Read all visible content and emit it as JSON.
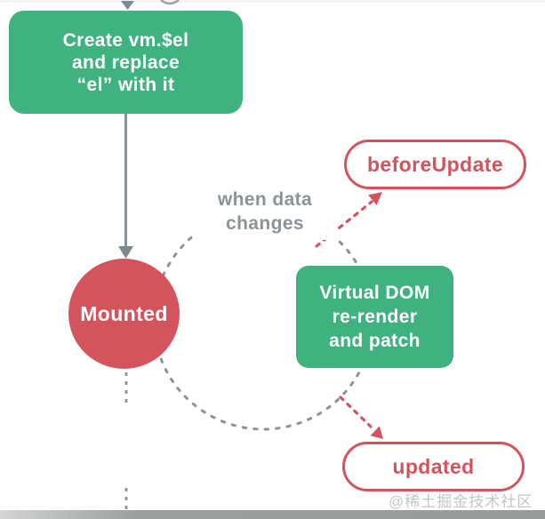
{
  "diagram": {
    "create_box": {
      "lines": [
        "Create vm.$el",
        "and replace",
        "“el” with it"
      ]
    },
    "mounted_node": {
      "label": "Mounted"
    },
    "when_data_changes": {
      "lines": [
        "when data",
        "changes"
      ]
    },
    "before_update_node": {
      "label": "beforeUpdate"
    },
    "virtual_dom_box": {
      "lines": [
        "Virtual DOM",
        "re-render",
        "and patch"
      ]
    },
    "updated_node": {
      "label": "updated"
    },
    "watermark": "@稀土掘金技术社区",
    "colors": {
      "node_green": "#3FB27F",
      "node_red": "#D4545D",
      "line_gray": "#8A939B",
      "background": "#FFFFFF",
      "bottom_bar_gray": "#9AA09E",
      "watermark_gray": "#A0A0A0"
    }
  }
}
